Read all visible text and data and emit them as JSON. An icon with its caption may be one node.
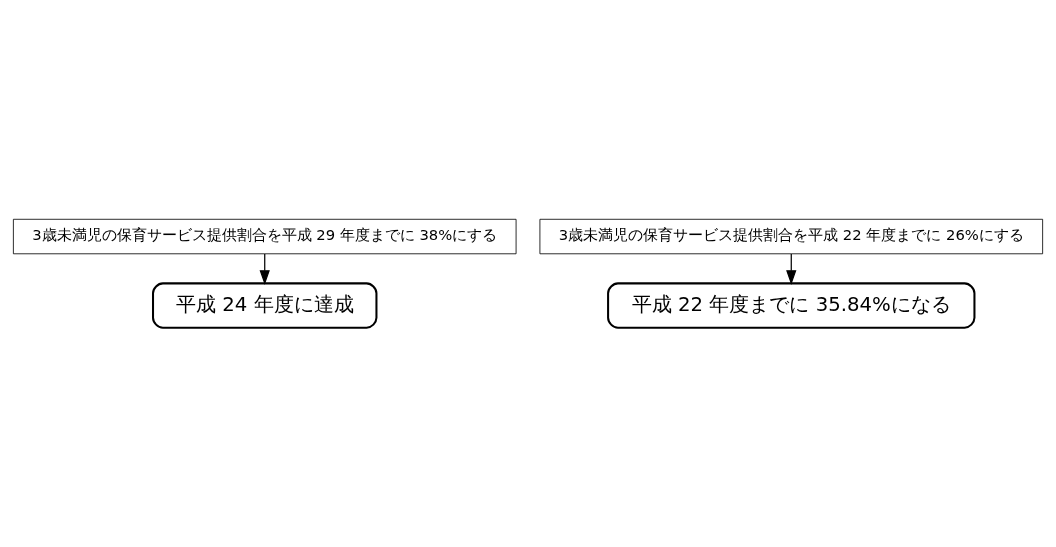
{
  "diagram": {
    "nodes": [
      {
        "text": [
          "3歳未満児の保育サービス提供割合を平成 29 年度までに 38%にする"
        ]
      },
      {
        "text": [
          "平成 24 年度に達成"
        ]
      },
      {
        "text": [
          "3歳未満児の保育サービス提供割合を平成 22 年度までに 26%にする"
        ]
      },
      {
        "text": [
          "平成 22 年度までに 35.84%になる"
        ]
      }
    ],
    "edges": [
      {
        "from": 0,
        "to": 1,
        "arrow": "to"
      },
      {
        "from": 2,
        "to": 3,
        "arrow": "to"
      }
    ]
  }
}
